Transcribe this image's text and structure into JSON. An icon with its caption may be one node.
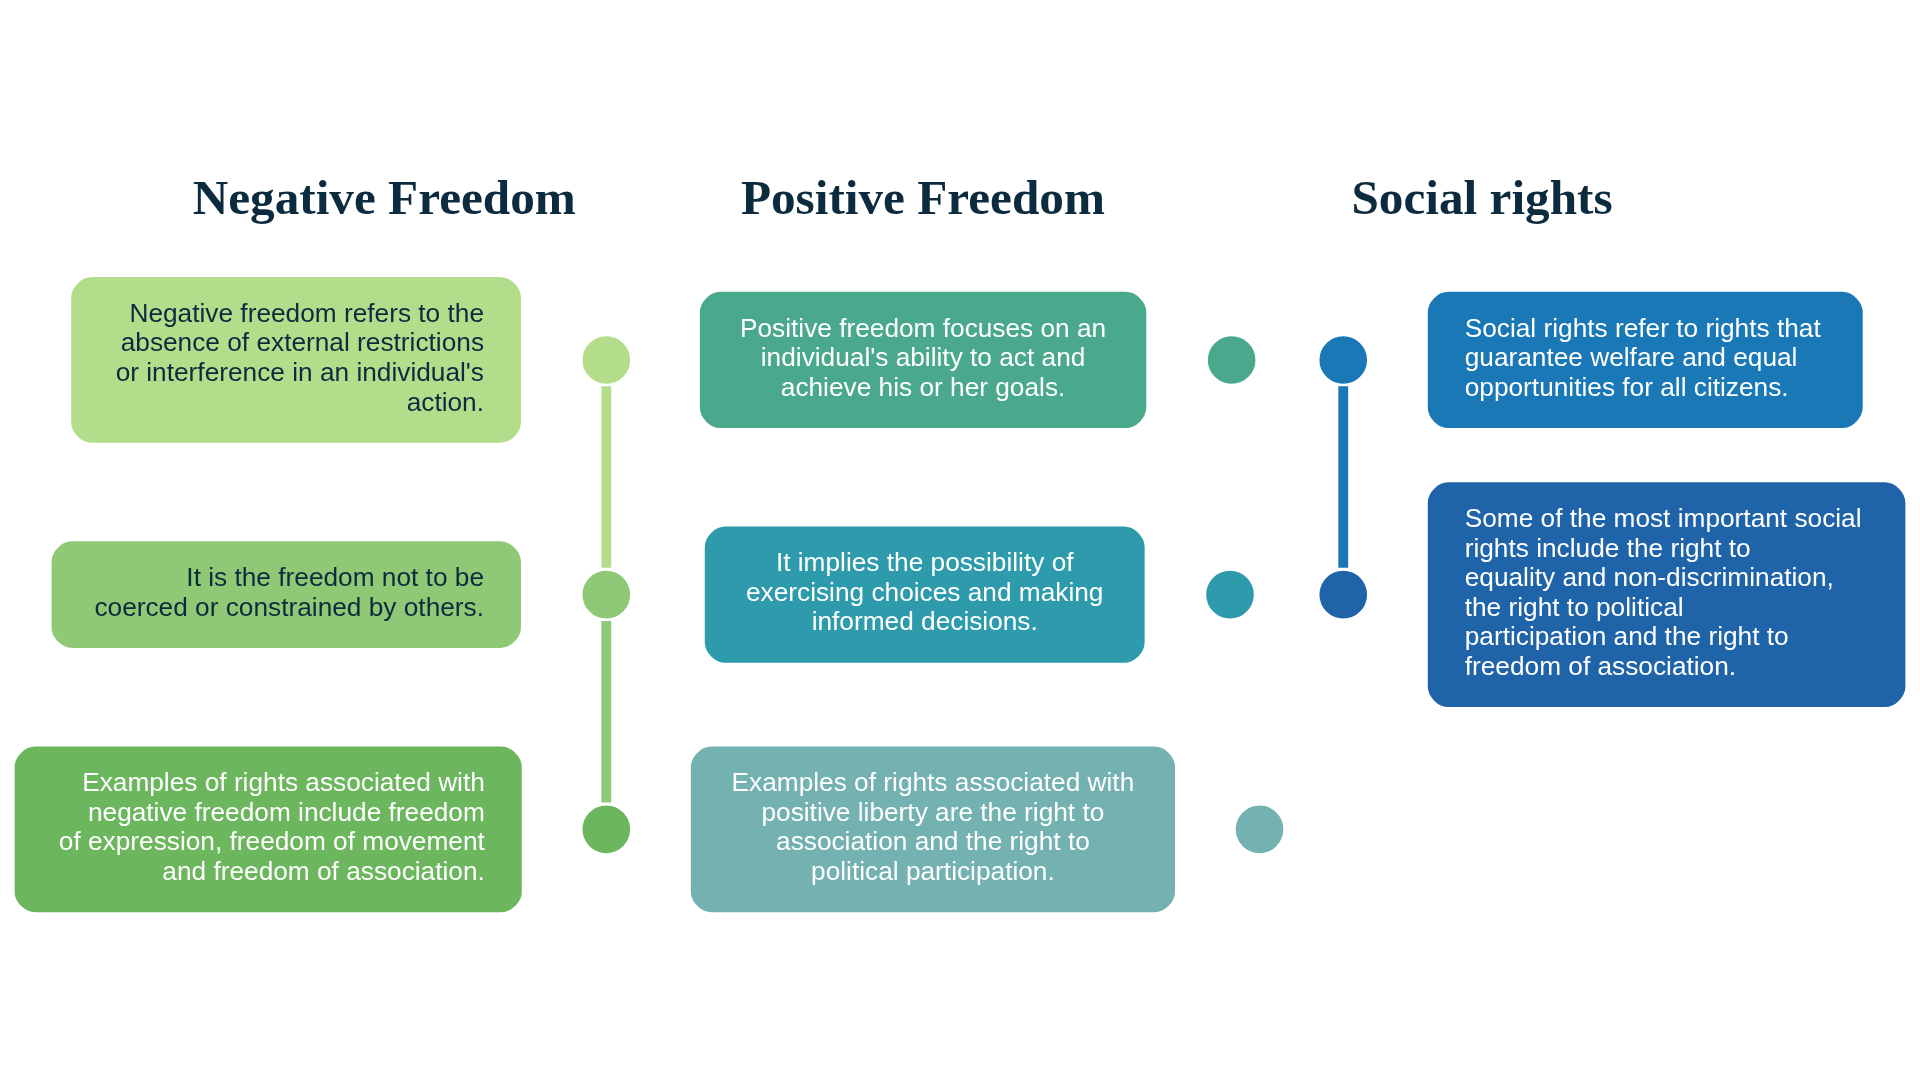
{
  "diagram": {
    "nodes": [
      {
        "text": [
          "Negative freedom refers to the absence of external restrictions or interference in an individual's action."
        ]
      },
      {
        "text": [],
        "shape": "circle"
      },
      {
        "text": [
          "It is the freedom not to be coerced or constrained by others."
        ]
      },
      {
        "text": [],
        "shape": "circle"
      },
      {
        "text": [
          "Examples of rights associated with negative freedom include freedom of expression, freedom of movement and freedom of association."
        ]
      },
      {
        "text": [],
        "shape": "circle"
      },
      {
        "text": [
          "Positive freedom focuses on an individual's ability to act and achieve his or her goals."
        ]
      },
      {
        "text": [],
        "shape": "circle"
      },
      {
        "text": [
          "It implies the possibility of exercising choices and making informed decisions."
        ]
      },
      {
        "text": [],
        "shape": "circle"
      },
      {
        "text": [
          "Examples of rights associated with positive liberty are the right to association and the right to political participation."
        ]
      },
      {
        "text": [],
        "shape": "circle"
      },
      {
        "text": [
          "Social rights refer to rights that guarantee welfare and equal opportunities for all citizens."
        ]
      },
      {
        "text": [],
        "shape": "circle"
      },
      {
        "text": [
          "Some of the most important social rights include the right to equality and non-discrimination, the right to political participation and the right to freedom of association."
        ]
      },
      {
        "text": [],
        "shape": "circle"
      }
    ],
    "edges": [
      {
        "from": 1,
        "to": 3,
        "arrow": "none",
        "color": "#b3dd8b"
      },
      {
        "from": 3,
        "to": 5,
        "arrow": "none",
        "color": "#8fc975"
      },
      {
        "from": 13,
        "to": 15,
        "arrow": "none",
        "color": "#1b78b6"
      }
    ],
    "labels": [
      "Negative Freedom",
      "Positive Freedom",
      "Social rights"
    ]
  }
}
